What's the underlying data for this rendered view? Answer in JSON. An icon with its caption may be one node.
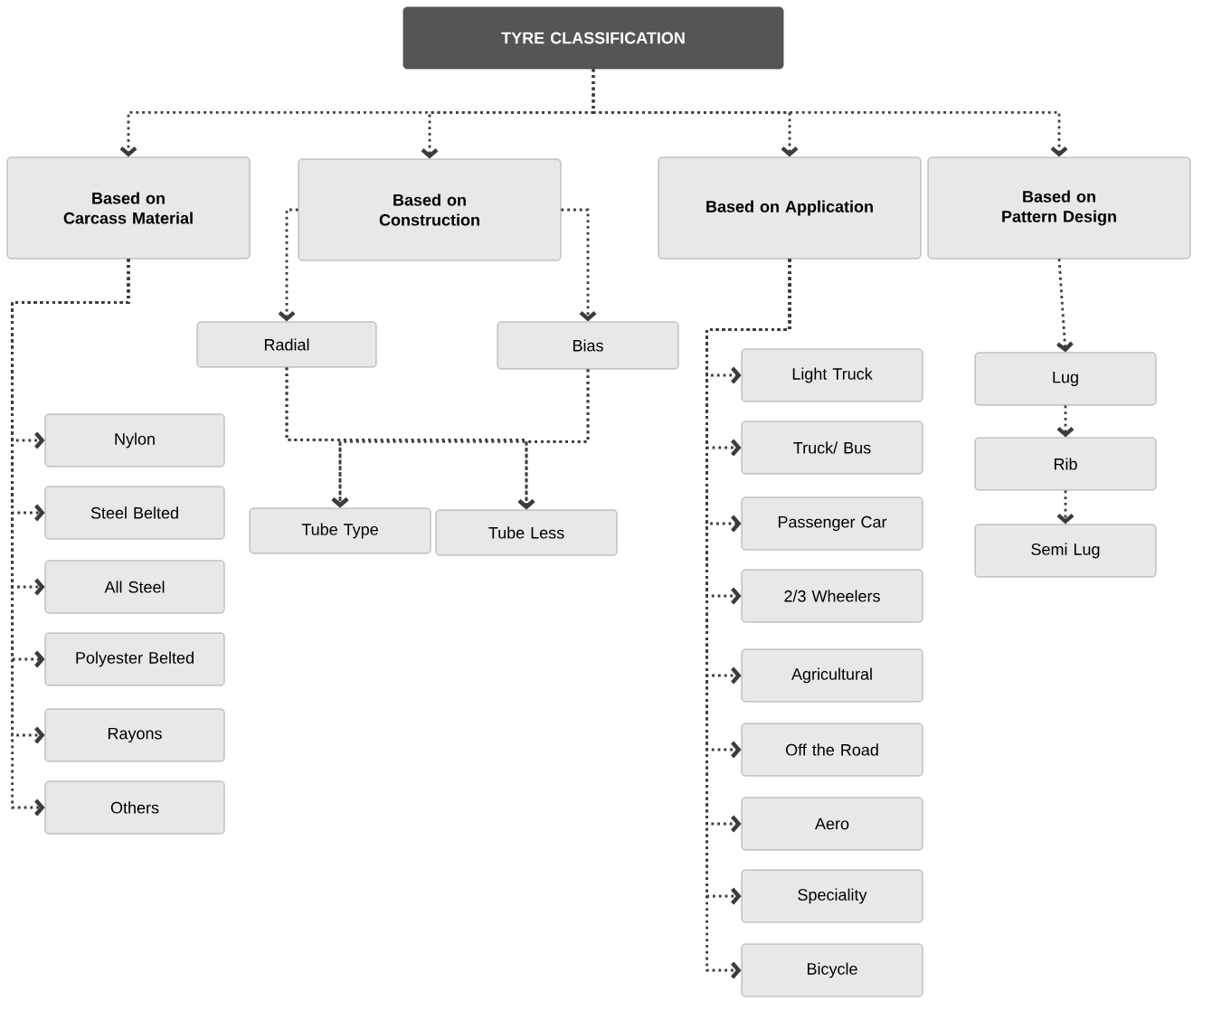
{
  "diagram": {
    "nodes": [
      {
        "text": [
          "TYRE CLASSIFICATION"
        ]
      },
      {
        "text": [
          "Based on Carcass Material"
        ]
      },
      {
        "text": [
          "Based on Construction"
        ]
      },
      {
        "text": [
          "Based on Application"
        ]
      },
      {
        "text": [
          "Based on Pattern Design"
        ]
      },
      {
        "text": [
          "Radial"
        ]
      },
      {
        "text": [
          "Bias"
        ]
      },
      {
        "text": [
          "Tube Type"
        ]
      },
      {
        "text": [
          "Tube Less"
        ]
      },
      {
        "text": [
          "Nylon"
        ]
      },
      {
        "text": [
          "Steel Belted"
        ]
      },
      {
        "text": [
          "All Steel"
        ]
      },
      {
        "text": [
          "Polyester Belted"
        ]
      },
      {
        "text": [
          "Rayons"
        ]
      },
      {
        "text": [
          "Others"
        ]
      },
      {
        "text": [
          "Light Truck"
        ]
      },
      {
        "text": [
          "Truck/ Bus"
        ]
      },
      {
        "text": [
          "Passenger Car"
        ]
      },
      {
        "text": [
          "2/3 Wheelers"
        ]
      },
      {
        "text": [
          "Agricultural"
        ]
      },
      {
        "text": [
          "Off the Road"
        ]
      },
      {
        "text": [
          "Aero"
        ]
      },
      {
        "text": [
          "Speciality"
        ]
      },
      {
        "text": [
          "Bicycle"
        ]
      },
      {
        "text": [
          "Lug"
        ]
      },
      {
        "text": [
          "Rib"
        ]
      },
      {
        "text": [
          "Semi Lug"
        ]
      }
    ],
    "edges": [
      {
        "from": 0,
        "to": 1,
        "arrow": "to"
      },
      {
        "from": 0,
        "to": 2,
        "arrow": "to"
      },
      {
        "from": 0,
        "to": 3,
        "arrow": "to"
      },
      {
        "from": 0,
        "to": 4,
        "arrow": "to"
      },
      {
        "from": 1,
        "to": 9,
        "arrow": "to"
      },
      {
        "from": 1,
        "to": 10,
        "arrow": "to"
      },
      {
        "from": 1,
        "to": 11,
        "arrow": "to"
      },
      {
        "from": 1,
        "to": 12,
        "arrow": "to"
      },
      {
        "from": 1,
        "to": 13,
        "arrow": "to"
      },
      {
        "from": 1,
        "to": 14,
        "arrow": "to"
      },
      {
        "from": 2,
        "to": 5,
        "arrow": "to"
      },
      {
        "from": 2,
        "to": 6,
        "arrow": "to"
      },
      {
        "from": 5,
        "to": 7,
        "arrow": "to"
      },
      {
        "from": 5,
        "to": 8,
        "arrow": "to"
      },
      {
        "from": 6,
        "to": 7,
        "arrow": "to"
      },
      {
        "from": 6,
        "to": 8,
        "arrow": "to"
      },
      {
        "from": 3,
        "to": 15,
        "arrow": "to"
      },
      {
        "from": 3,
        "to": 16,
        "arrow": "to"
      },
      {
        "from": 3,
        "to": 17,
        "arrow": "to"
      },
      {
        "from": 3,
        "to": 18,
        "arrow": "to"
      },
      {
        "from": 3,
        "to": 19,
        "arrow": "to"
      },
      {
        "from": 3,
        "to": 20,
        "arrow": "to"
      },
      {
        "from": 3,
        "to": 21,
        "arrow": "to"
      },
      {
        "from": 3,
        "to": 22,
        "arrow": "to"
      },
      {
        "from": 3,
        "to": 23,
        "arrow": "to"
      },
      {
        "from": 4,
        "to": 24,
        "arrow": "to"
      },
      {
        "from": 24,
        "to": 25,
        "arrow": "to"
      },
      {
        "from": 25,
        "to": 26,
        "arrow": "to"
      }
    ]
  }
}
